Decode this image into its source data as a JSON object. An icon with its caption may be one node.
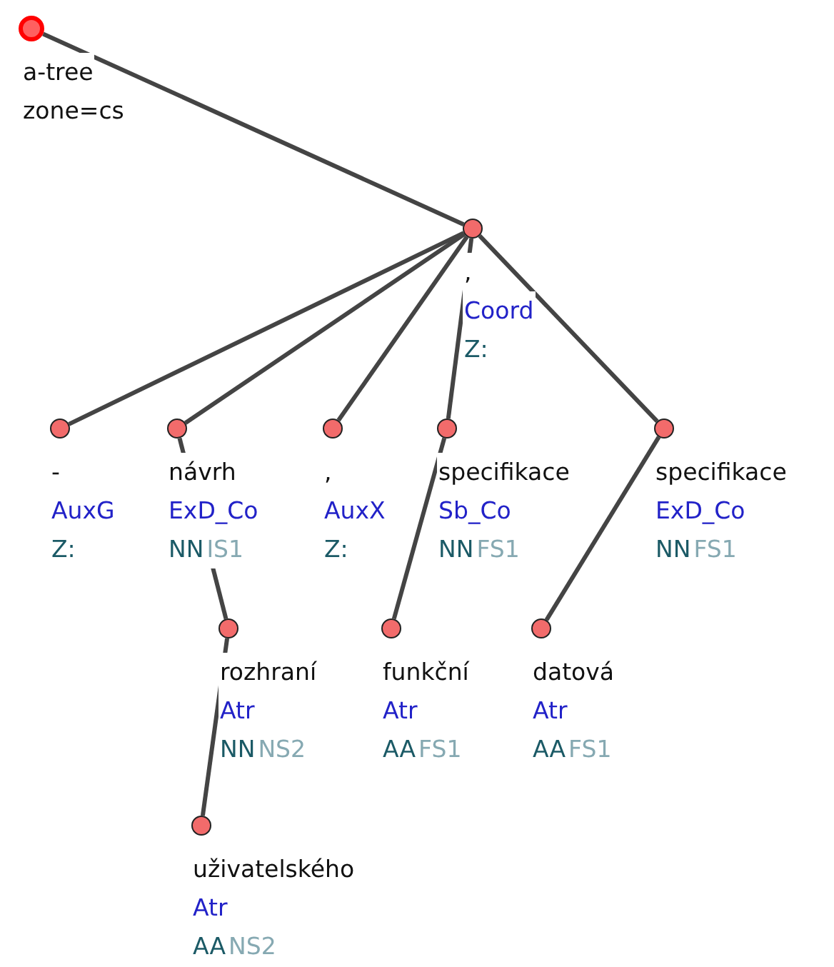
{
  "diagram": {
    "nodes": [
      {
        "text": [],
        "shape": "circle",
        "beside": [
          "a-tree",
          "zone=cs"
        ]
      },
      {
        "text": [],
        "shape": "circle",
        "beside": [
          ",",
          "Coord",
          "Z:"
        ]
      },
      {
        "text": [],
        "shape": "circle",
        "beside": [
          "-",
          "AuxG",
          "Z:"
        ]
      },
      {
        "text": [],
        "shape": "circle",
        "beside": [
          "návrh",
          "ExD_Co",
          "NN",
          "IS1"
        ]
      },
      {
        "text": [],
        "shape": "circle",
        "beside": [
          ",",
          "AuxX",
          "Z:"
        ]
      },
      {
        "text": [],
        "shape": "circle",
        "beside": [
          "specifikace",
          "Sb_Co",
          "NN",
          "FS1"
        ]
      },
      {
        "text": [],
        "shape": "circle",
        "beside": [
          "specifikace",
          "ExD_Co",
          "NN",
          "FS1"
        ]
      },
      {
        "text": [],
        "shape": "circle",
        "beside": [
          "rozhraní",
          "Atr",
          "NN",
          "NS2"
        ]
      },
      {
        "text": [],
        "shape": "circle",
        "beside": [
          "funkční",
          "Atr",
          "AA",
          "FS1"
        ]
      },
      {
        "text": [],
        "shape": "circle",
        "beside": [
          "datová",
          "Atr",
          "AA",
          "FS1"
        ]
      },
      {
        "text": [],
        "shape": "circle",
        "beside": [
          "uživatelského",
          "Atr",
          "AA",
          "NS2"
        ]
      }
    ],
    "edges": [
      {
        "from": 0,
        "to": 1,
        "arrow": "none"
      },
      {
        "from": 1,
        "to": 2,
        "arrow": "none"
      },
      {
        "from": 1,
        "to": 3,
        "arrow": "none"
      },
      {
        "from": 1,
        "to": 4,
        "arrow": "none"
      },
      {
        "from": 1,
        "to": 5,
        "arrow": "none"
      },
      {
        "from": 1,
        "to": 6,
        "arrow": "none"
      },
      {
        "from": 3,
        "to": 7,
        "arrow": "none"
      },
      {
        "from": 5,
        "to": 8,
        "arrow": "none"
      },
      {
        "from": 6,
        "to": 9,
        "arrow": "none"
      },
      {
        "from": 7,
        "to": 10,
        "arrow": "none"
      }
    ]
  }
}
